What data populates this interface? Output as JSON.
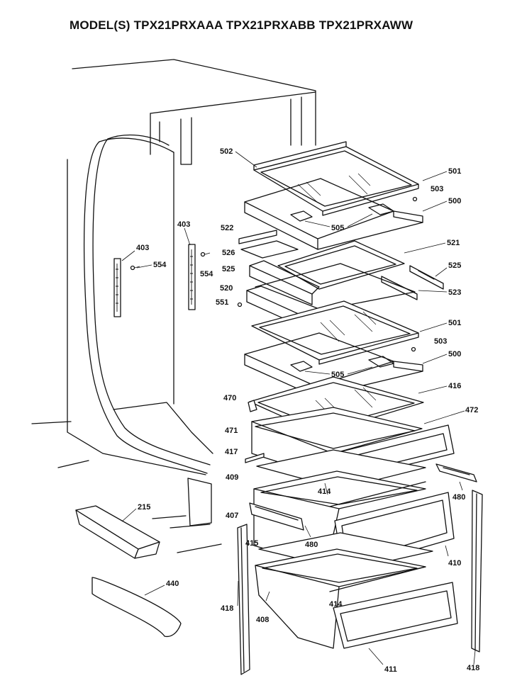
{
  "header": {
    "title": "MODEL(S) TPX21PRXAAA TPX21PRXABB TPX21PRXAWW"
  },
  "callouts": {
    "c502": "502",
    "c501a": "501",
    "c503a": "503",
    "c500a": "500",
    "c505a": "505",
    "c522": "522",
    "c526": "526",
    "c521": "521",
    "c525a": "525",
    "c525b": "525",
    "c523": "523",
    "c520": "520",
    "c551": "551",
    "c501b": "501",
    "c503b": "503",
    "c500b": "500",
    "c505b": "505",
    "c416": "416",
    "c470": "470",
    "c472": "472",
    "c471": "471",
    "c417": "417",
    "c409": "409",
    "c414a": "414",
    "c480a": "480",
    "c407": "407",
    "c480b": "480",
    "c415": "415",
    "c410": "410",
    "c414b": "414",
    "c418a": "418",
    "c408": "408",
    "c411": "411",
    "c418b": "418",
    "c403a": "403",
    "c554a": "554",
    "c403b": "403",
    "c554b": "554",
    "c215": "215",
    "c440": "440"
  }
}
